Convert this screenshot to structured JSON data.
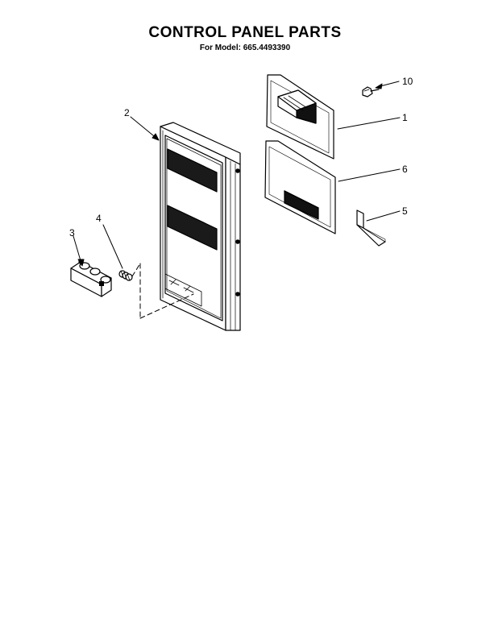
{
  "header": {
    "title": "CONTROL PANEL PARTS",
    "subtitle": "For Model: 665.4493390"
  },
  "callouts": {
    "c10": "10",
    "c1": "1",
    "c2": "2",
    "c6": "6",
    "c5": "5",
    "c3": "3",
    "c4": "4"
  }
}
